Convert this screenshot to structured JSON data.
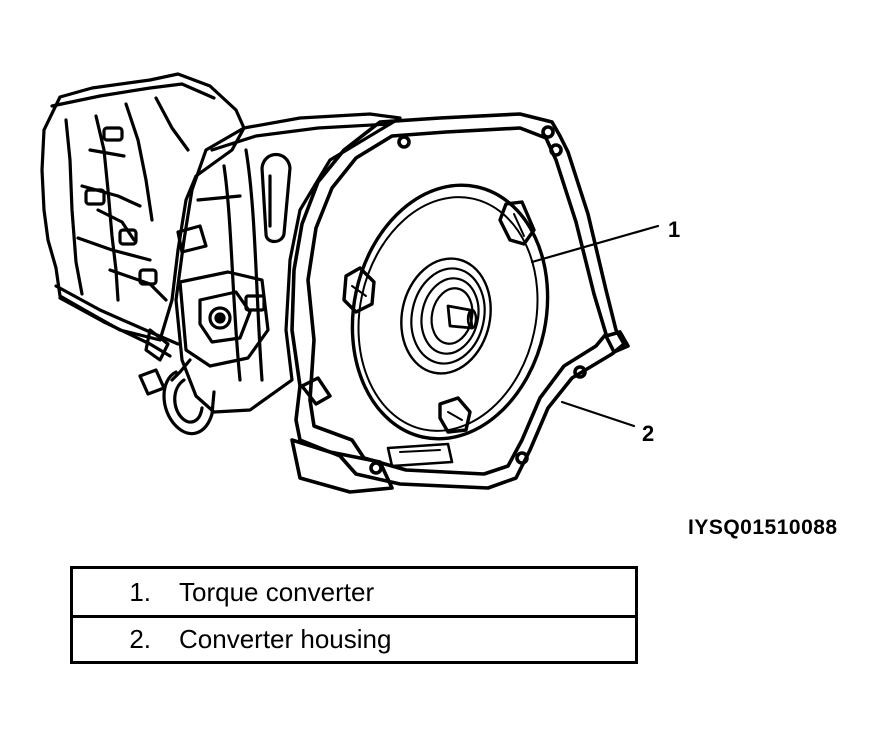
{
  "callouts": [
    {
      "number": "1",
      "part": "Torque converter"
    },
    {
      "number": "2",
      "part": "Converter housing"
    }
  ],
  "figure_code": "IYSQ01510088",
  "legend": [
    {
      "number": "1.",
      "label": "Torque converter"
    },
    {
      "number": "2.",
      "label": "Converter housing"
    }
  ]
}
